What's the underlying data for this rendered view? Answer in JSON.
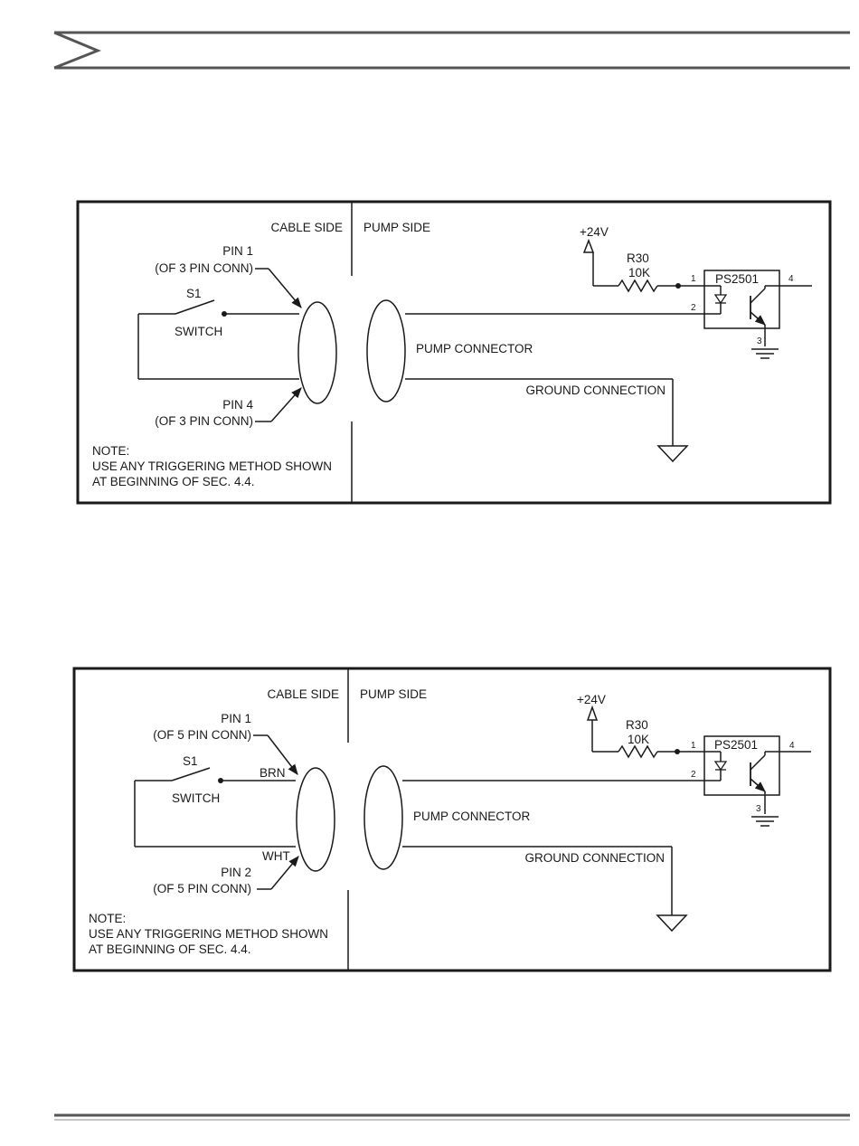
{
  "colors": {
    "ink": "#1a1a1a",
    "header_rule": "#555555",
    "background": "#ffffff"
  },
  "diagrams": [
    {
      "cable_side": "CABLE SIDE",
      "pump_side": "PUMP SIDE",
      "pin_top": {
        "line1": "PIN 1",
        "line2": "(OF 3 PIN CONN)"
      },
      "pin_bottom": {
        "line1": "PIN 4",
        "line2": "(OF 3 PIN CONN)"
      },
      "switch_ref": "S1",
      "switch_label": "SWITCH",
      "wire_top": "",
      "wire_bottom": "",
      "pump_connector": "PUMP CONNECTOR",
      "ground_connection": "GROUND CONNECTION",
      "supply": "+24V",
      "resistor_ref": "R30",
      "resistor_value": "10K",
      "optocoupler": "PS2501",
      "pins": [
        "1",
        "2",
        "3",
        "4"
      ],
      "note": [
        "NOTE:",
        "USE ANY TRIGGERING METHOD SHOWN",
        "AT BEGINNING OF SEC. 4.4."
      ]
    },
    {
      "cable_side": "CABLE SIDE",
      "pump_side": "PUMP SIDE",
      "pin_top": {
        "line1": "PIN 1",
        "line2": "(OF 5 PIN CONN)"
      },
      "pin_bottom": {
        "line1": "PIN 2",
        "line2": "(OF 5 PIN CONN)"
      },
      "switch_ref": "S1",
      "switch_label": "SWITCH",
      "wire_top": "BRN",
      "wire_bottom": "WHT",
      "pump_connector": "PUMP CONNECTOR",
      "ground_connection": "GROUND CONNECTION",
      "supply": "+24V",
      "resistor_ref": "R30",
      "resistor_value": "10K",
      "optocoupler": "PS2501",
      "pins": [
        "1",
        "2",
        "3",
        "4"
      ],
      "note": [
        "NOTE:",
        "USE ANY TRIGGERING METHOD SHOWN",
        "AT BEGINNING OF SEC. 4.4."
      ]
    }
  ]
}
